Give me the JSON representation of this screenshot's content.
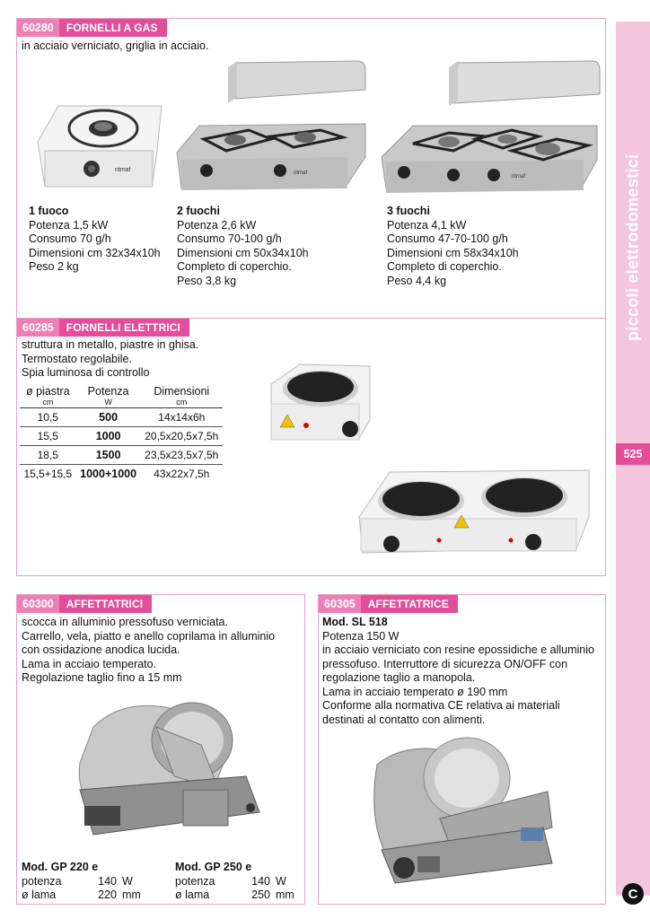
{
  "sidebar": {
    "category": "piccoli elettrodomestici",
    "page_number": "525"
  },
  "gas": {
    "code": "60280",
    "title": "FORNELLI A GAS",
    "desc": "in acciaio verniciato, griglia in acciaio.",
    "products": [
      {
        "name": "1 fuoco",
        "lines": [
          "Potenza 1,5 kW",
          "Consumo 70 g/h",
          "Dimensioni cm 32x34x10h",
          "Peso 2 kg"
        ]
      },
      {
        "name": "2 fuochi",
        "lines": [
          "Potenza 2,6 kW",
          "Consumo 70-100 g/h",
          "Dimensioni cm 50x34x10h",
          "Completo di coperchio.",
          "Peso 3,8 kg"
        ]
      },
      {
        "name": "3 fuochi",
        "lines": [
          "Potenza 4,1 kW",
          "Consumo 47-70-100 g/h",
          "Dimensioni cm 58x34x10h",
          "Completo di coperchio.",
          "Peso 4,4 kg"
        ]
      }
    ]
  },
  "electric": {
    "code": "60285",
    "title": "FORNELLI ELETTRICI",
    "desc": [
      "struttura in metallo, piastre in ghisa.",
      "Termostato regolabile.",
      "Spia luminosa di controllo"
    ],
    "table": {
      "headers": [
        {
          "label": "ø piastra",
          "unit": "cm"
        },
        {
          "label": "Potenza",
          "unit": "W"
        },
        {
          "label": "Dimensioni",
          "unit": "cm"
        }
      ],
      "rows": [
        [
          "10,5",
          "500",
          "14x14x6h"
        ],
        [
          "15,5",
          "1000",
          "20,5x20,5x7,5h"
        ],
        [
          "18,5",
          "1500",
          "23,5x23,5x7,5h"
        ],
        [
          "15,5+15,5",
          "1000+1000",
          "43x22x7,5h"
        ]
      ]
    }
  },
  "slicers": {
    "code": "60300",
    "title": "AFFETTATRICI",
    "desc": [
      "scocca in alluminio pressofuso verniciata.",
      "Carrello, vela, piatto e anello coprilama in alluminio",
      "con ossidazione anodica lucida.",
      "Lama in acciaio temperato.",
      "Regolazione taglio fino a 15 mm"
    ],
    "models": [
      {
        "name": "Mod. GP 220 e",
        "potenza_label": "potenza",
        "potenza_val": "140",
        "potenza_unit": "W",
        "lama_label": "ø lama",
        "lama_val": "220",
        "lama_unit": "mm"
      },
      {
        "name": "Mod. GP 250 e",
        "potenza_label": "potenza",
        "potenza_val": "140",
        "potenza_unit": "W",
        "lama_label": "ø lama",
        "lama_val": "250",
        "lama_unit": "mm"
      }
    ]
  },
  "slicer": {
    "code": "60305",
    "title": "AFFETTATRICE",
    "model": "Mod. SL 518",
    "desc": [
      "Potenza 150 W",
      "in acciaio verniciato con resine epossidiche e alluminio",
      "pressofuso. Interruttore di sicurezza ON/OFF con",
      "regolazione taglio a manopola.",
      "Lama in acciaio temperato ø 190 mm",
      "Conforme alla normativa CE relativa ai materiali",
      "destinati al contatto con alimenti."
    ]
  },
  "brand_mark": "C"
}
